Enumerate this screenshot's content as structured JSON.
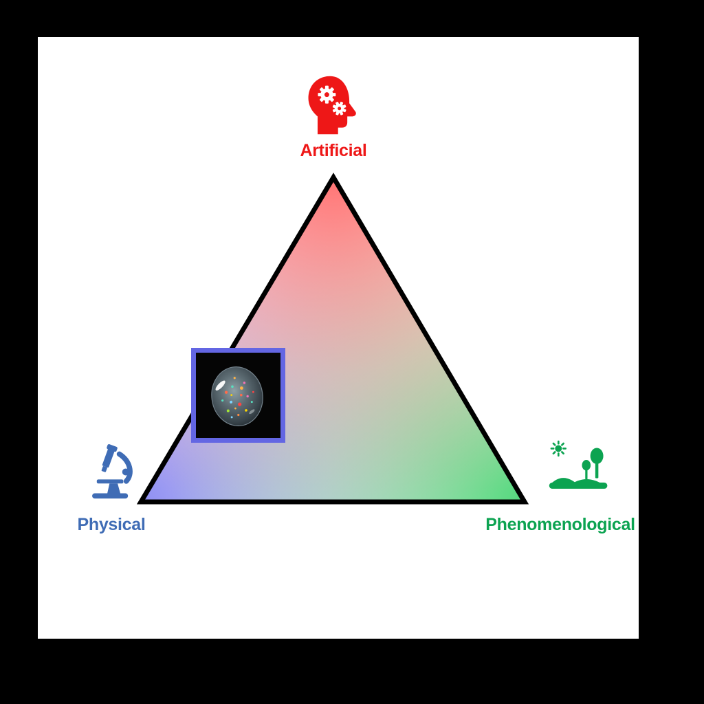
{
  "figure": {
    "background_color": "#000000",
    "canvas_color": "#ffffff",
    "type": "ternary-concept-triangle"
  },
  "triangle": {
    "stroke_color": "#000000",
    "gradient_colors": {
      "top": "#ff6a6a",
      "bottom_left": "#8080f0",
      "bottom_right": "#52d675",
      "center": "#ffffff"
    }
  },
  "vertices": {
    "top": {
      "label": "Artificial",
      "color": "#ee1717",
      "icon": "ai-head-gears-icon"
    },
    "bottom_left": {
      "label": "Physical",
      "color": "#3f6cb5",
      "icon": "microscope-icon"
    },
    "bottom_right": {
      "label": "Phenomenological",
      "color": "#0ca351",
      "icon": "sun-trees-landscape-icon"
    }
  },
  "marker": {
    "name": "opal-gemstone-image",
    "frame_color": "#6366e3",
    "image_background": "#000000"
  }
}
